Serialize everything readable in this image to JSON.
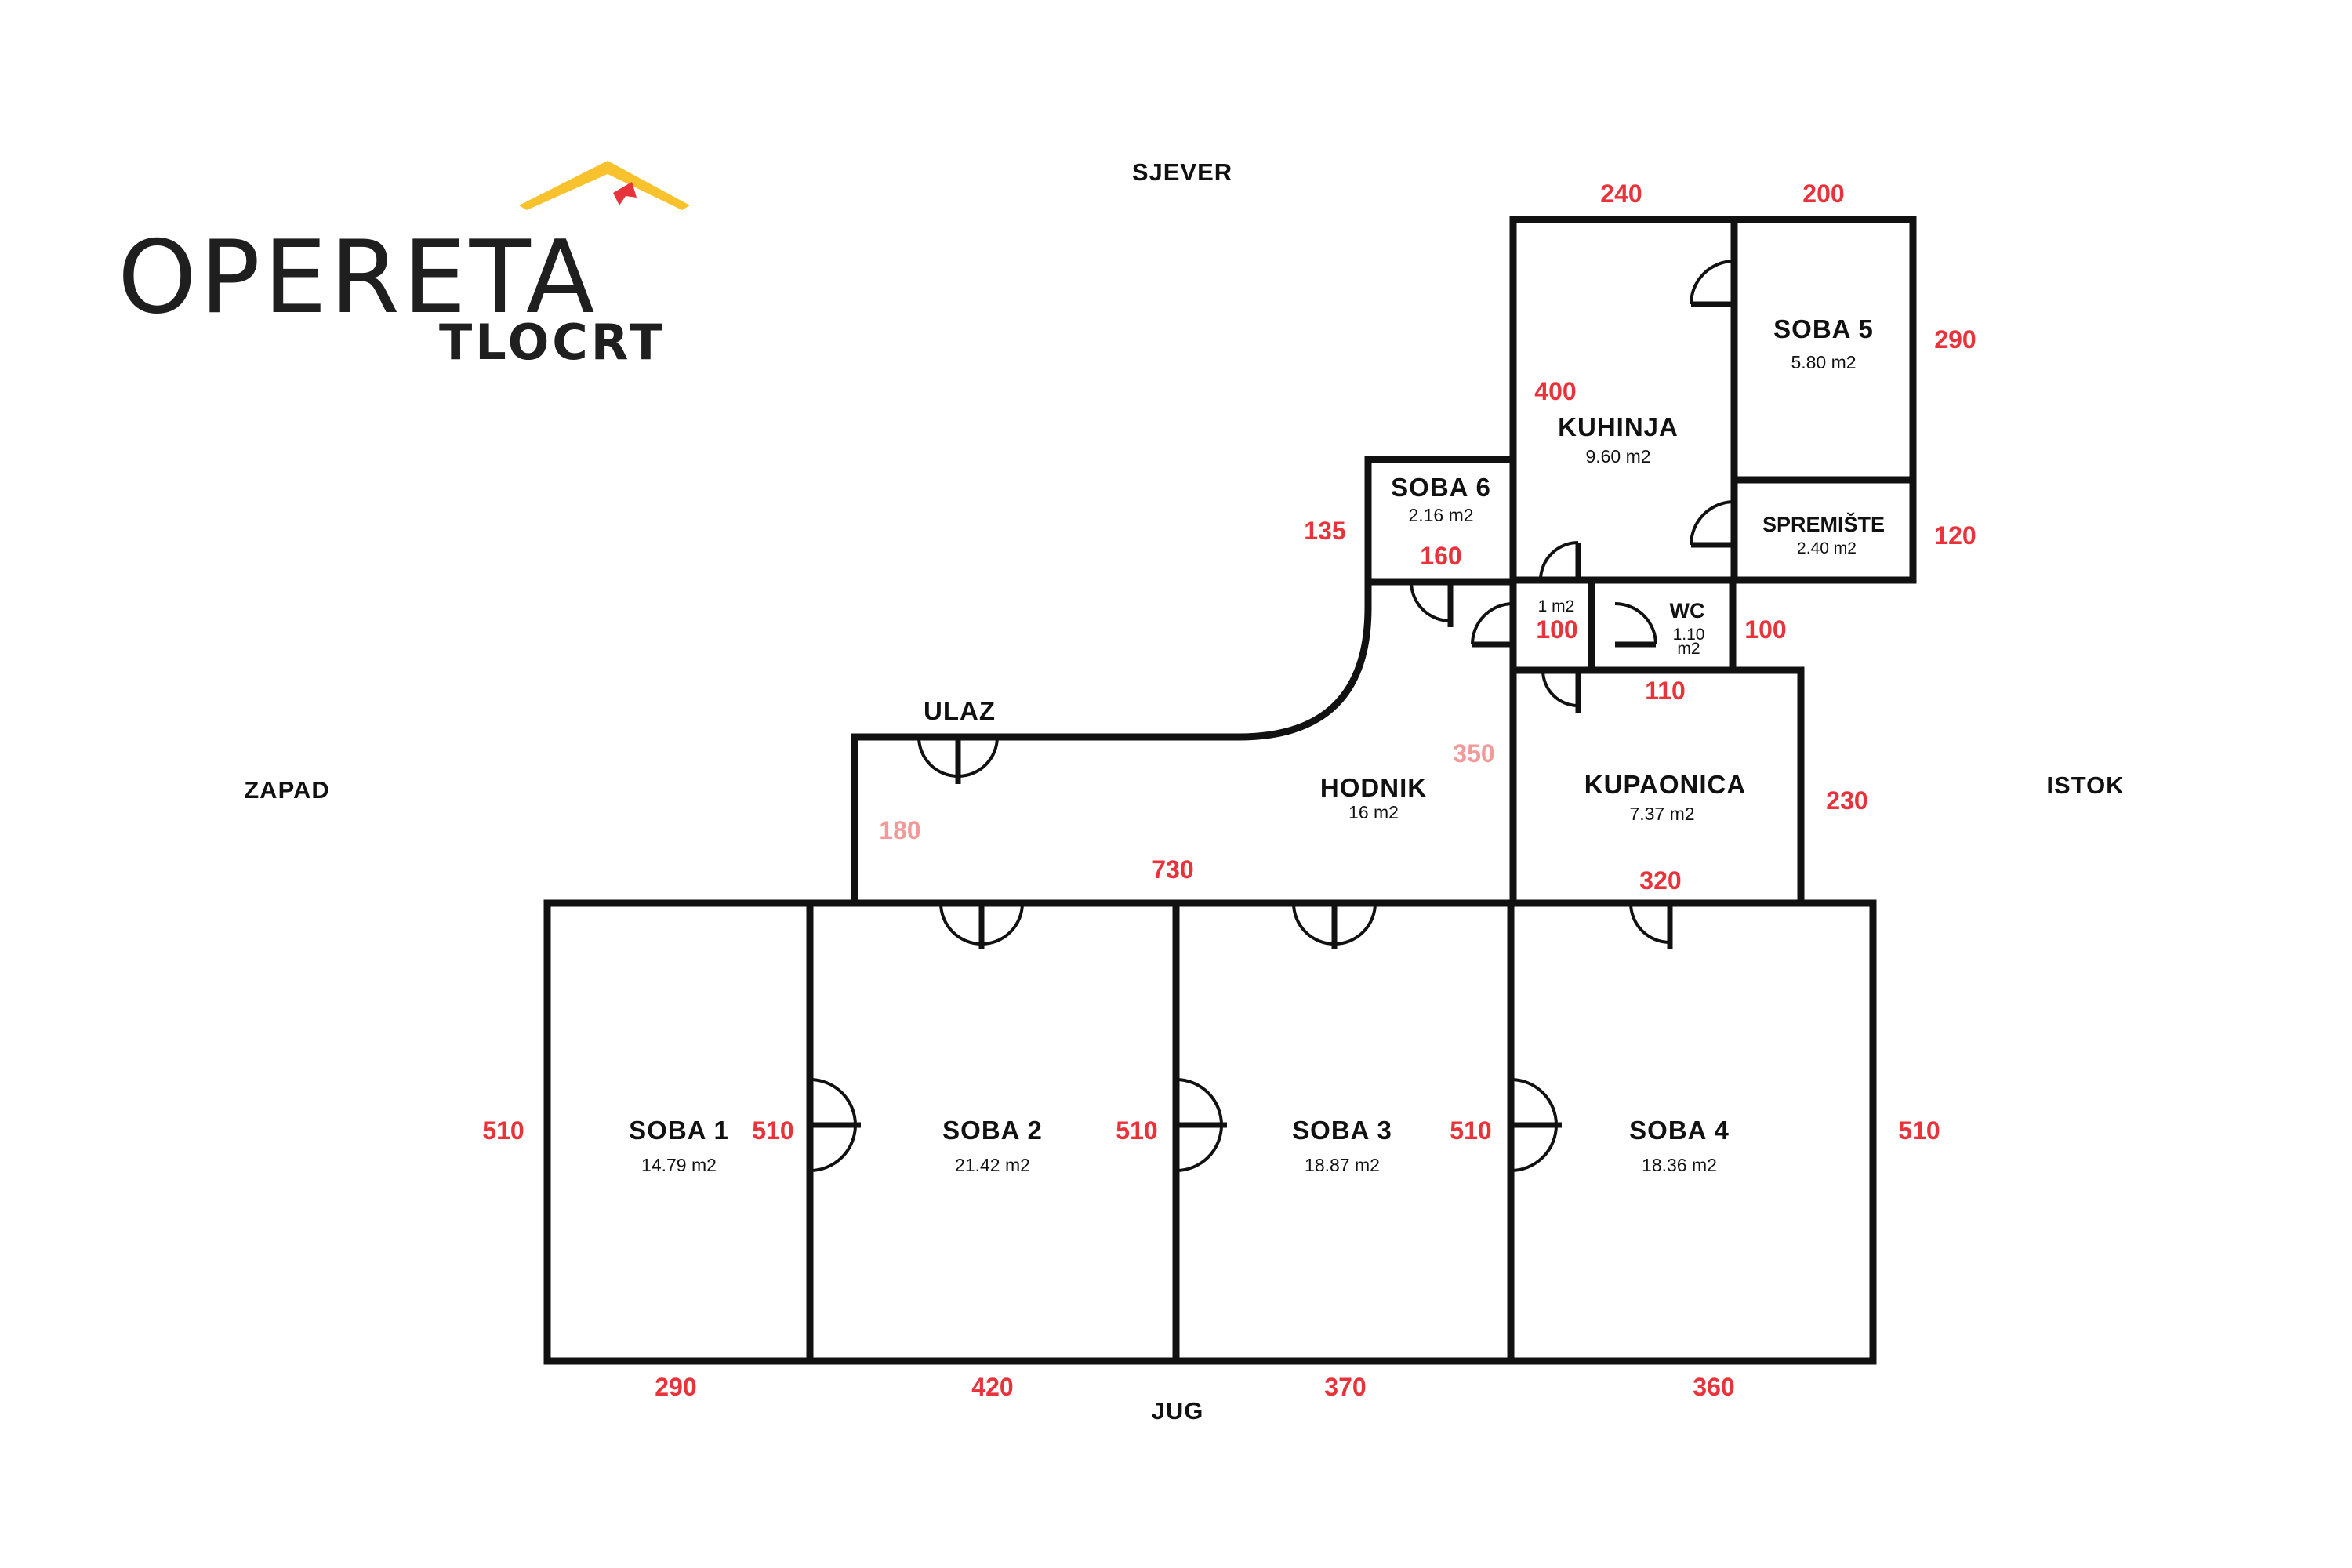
{
  "logo": {
    "name": "OPERETA",
    "subtitle": "TLOCRT",
    "roof_color": "#f7c22d",
    "accent_color": "#e8333b"
  },
  "compass": {
    "north": "SJEVER",
    "south": "JUG",
    "west": "ZAPAD",
    "east": "ISTOK"
  },
  "rooms": {
    "soba1": {
      "name": "SOBA 1",
      "area": "14.79 m2"
    },
    "soba2": {
      "name": "SOBA 2",
      "area": "21.42 m2"
    },
    "soba3": {
      "name": "SOBA 3",
      "area": "18.87 m2"
    },
    "soba4": {
      "name": "SOBA 4",
      "area": "18.36 m2"
    },
    "soba5": {
      "name": "SOBA 5",
      "area": "5.80 m2"
    },
    "soba6": {
      "name": "SOBA 6",
      "area": "2.16 m2"
    },
    "kuhinja": {
      "name": "KUHINJA",
      "area": "9.60 m2"
    },
    "spremiste": {
      "name": "SPREMIŠTE",
      "area": "2.40 m2"
    },
    "hodnik": {
      "name": "HODNIK",
      "area": "16 m2"
    },
    "kupaonica": {
      "name": "KUPAONICA",
      "area": "7.37 m2"
    },
    "wc": {
      "name": "WC",
      "area_line1": "1.10",
      "area_line2": "m2"
    },
    "small": {
      "area": "1 m2"
    },
    "ulaz": {
      "name": "ULAZ"
    }
  },
  "dimensions": {
    "kuhinja_top": "240",
    "soba5_top": "200",
    "soba5_right": "290",
    "kuhinja_left": "400",
    "spremiste_right": "120",
    "soba6_left": "135",
    "soba6_bottom": "160",
    "small_width": "100",
    "wc_right": "100",
    "wc_bottom": "110",
    "hodnik_right": "350",
    "entrance_width": "180",
    "hall_length": "730",
    "kupaonica_right": "230",
    "kupaonica_bottom": "320",
    "soba1_left": "510",
    "soba1_right": "510",
    "soba2_right": "510",
    "soba3_right": "510",
    "soba4_right": "510",
    "soba1_bottom": "290",
    "soba2_bottom": "420",
    "soba3_bottom": "370",
    "soba4_bottom": "360"
  }
}
